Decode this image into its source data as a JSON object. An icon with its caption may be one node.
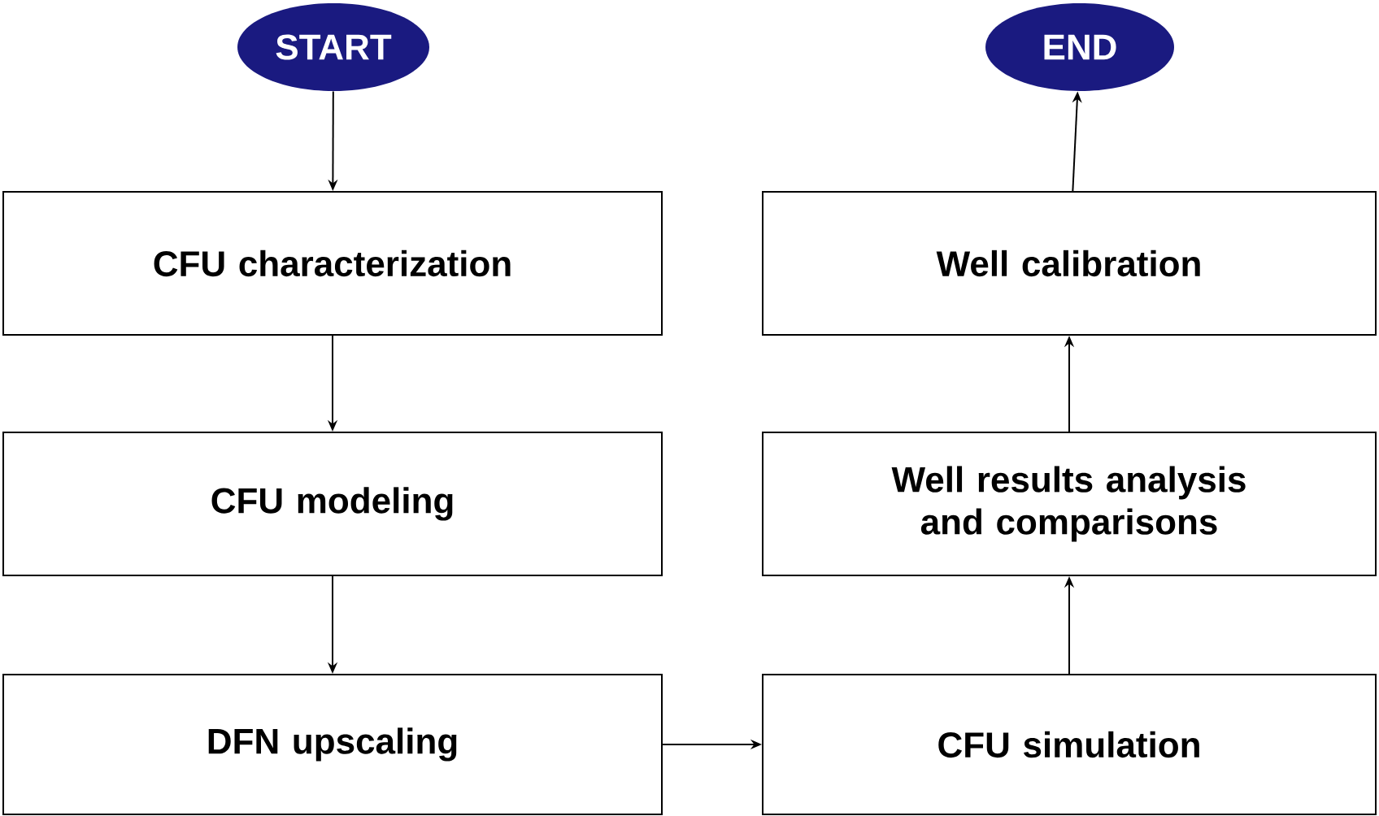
{
  "diagram": {
    "nodes": [
      {
        "text": [
          "START"
        ]
      },
      {
        "text": [
          "END"
        ]
      },
      {
        "text": [
          "CFU characterization"
        ]
      },
      {
        "text": [
          "Well calibration"
        ]
      },
      {
        "text": [
          "CFU modeling"
        ]
      },
      {
        "text": [
          "Well results analysis and comparisons"
        ]
      },
      {
        "text": [
          "DFN upscaling"
        ]
      },
      {
        "text": [
          "CFU simulation"
        ]
      }
    ],
    "edges": [
      {
        "from": 0,
        "to": 2,
        "arrow": "to"
      },
      {
        "from": 2,
        "to": 4,
        "arrow": "to"
      },
      {
        "from": 4,
        "to": 6,
        "arrow": "to"
      },
      {
        "from": 6,
        "to": 7,
        "arrow": "to"
      },
      {
        "from": 7,
        "to": 5,
        "arrow": "to"
      },
      {
        "from": 5,
        "to": 3,
        "arrow": "to"
      },
      {
        "from": 3,
        "to": 1,
        "arrow": "to"
      }
    ]
  }
}
